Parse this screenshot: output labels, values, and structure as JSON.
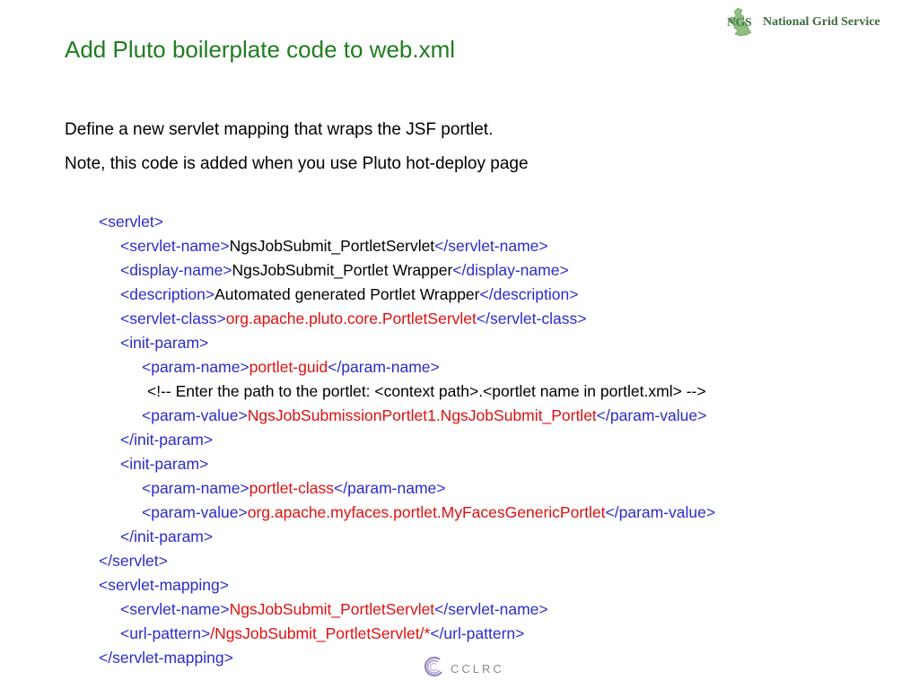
{
  "header": {
    "logo_mark": "NGS",
    "logo_name": "National Grid Service"
  },
  "slide": {
    "title": "Add Pluto boilerplate code to web.xml",
    "paragraphs": [
      "Define a new servlet mapping that wraps the JSF portlet.",
      "Note, this code is added when you use Pluto hot-deploy page"
    ]
  },
  "code": {
    "l01": "<servlet>",
    "l02_tag_open": "<servlet-name>",
    "l02_value": "NgsJobSubmit_PortletServlet",
    "l02_tag_close": "</servlet-name>",
    "l03_tag_open": "<display-name>",
    "l03_value": "NgsJobSubmit_Portlet Wrapper",
    "l03_tag_close": "</display-name>",
    "l04_tag_open": "<description>",
    "l04_value": "Automated generated Portlet Wrapper",
    "l04_tag_close": "</description>",
    "l05_tag_open": "<servlet-class>",
    "l05_value": "org.apache.pluto.core.PortletServlet",
    "l05_tag_close": "</servlet-class>",
    "l06": "<init-param>",
    "l07_tag_open": "<param-name>",
    "l07_value": "portlet-guid",
    "l07_tag_close": "</param-name>",
    "l08_comment": "<!-- Enter the path to the portlet: <context path>.<portlet name in portlet.xml> -->",
    "l09_tag_open": "<param-value>",
    "l09_value": "NgsJobSubmissionPortlet1.NgsJobSubmit_Portlet",
    "l09_tag_close": "</param-value>",
    "l10": "</init-param>",
    "l11": "<init-param>",
    "l12_tag_open": "<param-name>",
    "l12_value": "portlet-class",
    "l12_tag_close": "</param-name>",
    "l13_tag_open": "<param-value>",
    "l13_value": "org.apache.myfaces.portlet.MyFacesGenericPortlet",
    "l13_tag_close": "</param-value>",
    "l14": "</init-param>",
    "l15": "</servlet>",
    "l16": "<servlet-mapping>",
    "l17_tag_open": "<servlet-name>",
    "l17_value": "NgsJobSubmit_PortletServlet",
    "l17_tag_close": "</servlet-name>",
    "l18_tag_open": "<url-pattern>",
    "l18_value": "/NgsJobSubmit_PortletServlet/*",
    "l18_tag_close": "</url-pattern>",
    "l19": "</servlet-mapping>"
  },
  "footer": {
    "logo_text": "CCLRC"
  },
  "colors": {
    "title": "#1e7d1e",
    "tag": "#2b2bcc",
    "value_red": "#e01010",
    "value_black": "#000000"
  },
  "icons": {
    "ngs_logo": "uk-map-logo-icon",
    "cclrc_logo": "cclrc-swirl-logo-icon"
  }
}
